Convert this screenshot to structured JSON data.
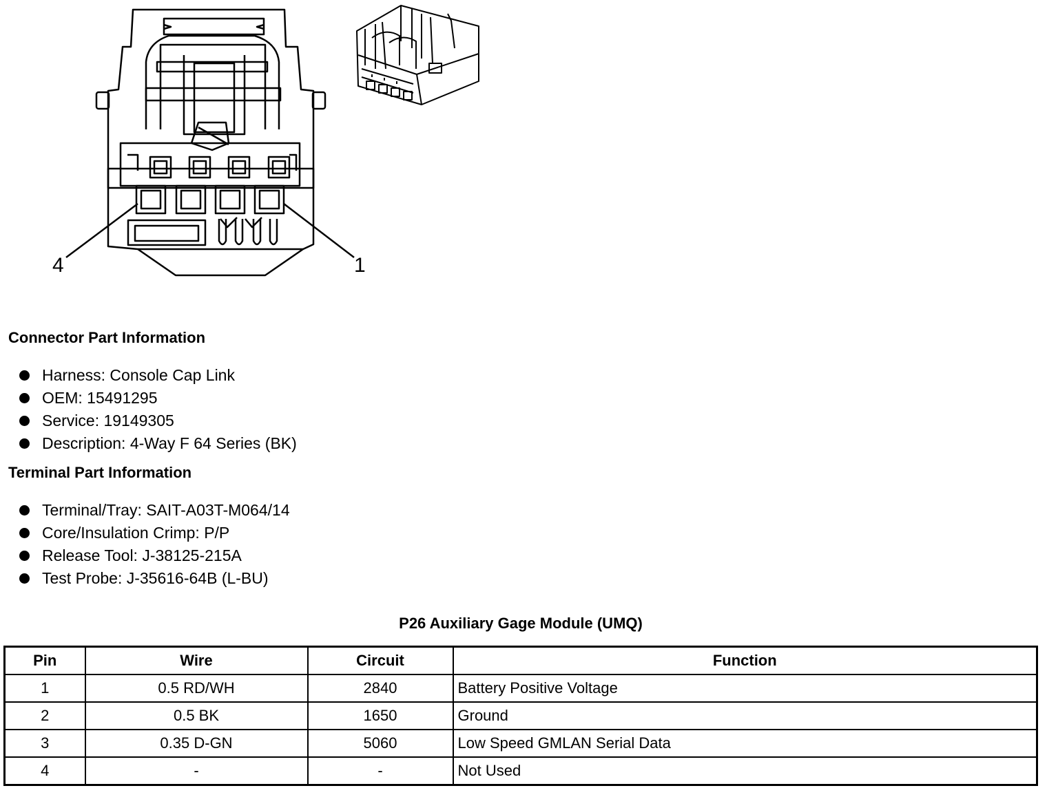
{
  "diagram": {
    "callouts": {
      "left": "4",
      "right": "1"
    }
  },
  "connector_info": {
    "title": "Connector Part Information",
    "items": [
      "Harness: Console Cap Link",
      "OEM: 15491295",
      "Service: 19149305",
      "Description: 4-Way F 64 Series (BK)"
    ]
  },
  "terminal_info": {
    "title": "Terminal Part Information",
    "items": [
      "Terminal/Tray: SAIT-A03T-M064/14",
      "Core/Insulation Crimp: P/P",
      "Release Tool: J-38125-215A",
      "Test Probe: J-35616-64B (L-BU)"
    ]
  },
  "pin_table": {
    "title": "P26 Auxiliary Gage Module (UMQ)",
    "headers": [
      "Pin",
      "Wire",
      "Circuit",
      "Function"
    ],
    "rows": [
      [
        "1",
        "0.5 RD/WH",
        "2840",
        "Battery Positive Voltage"
      ],
      [
        "2",
        "0.5 BK",
        "1650",
        "Ground"
      ],
      [
        "3",
        "0.35 D-GN",
        "5060",
        "Low Speed GMLAN Serial Data"
      ],
      [
        "4",
        "-",
        "-",
        "Not Used"
      ]
    ]
  }
}
